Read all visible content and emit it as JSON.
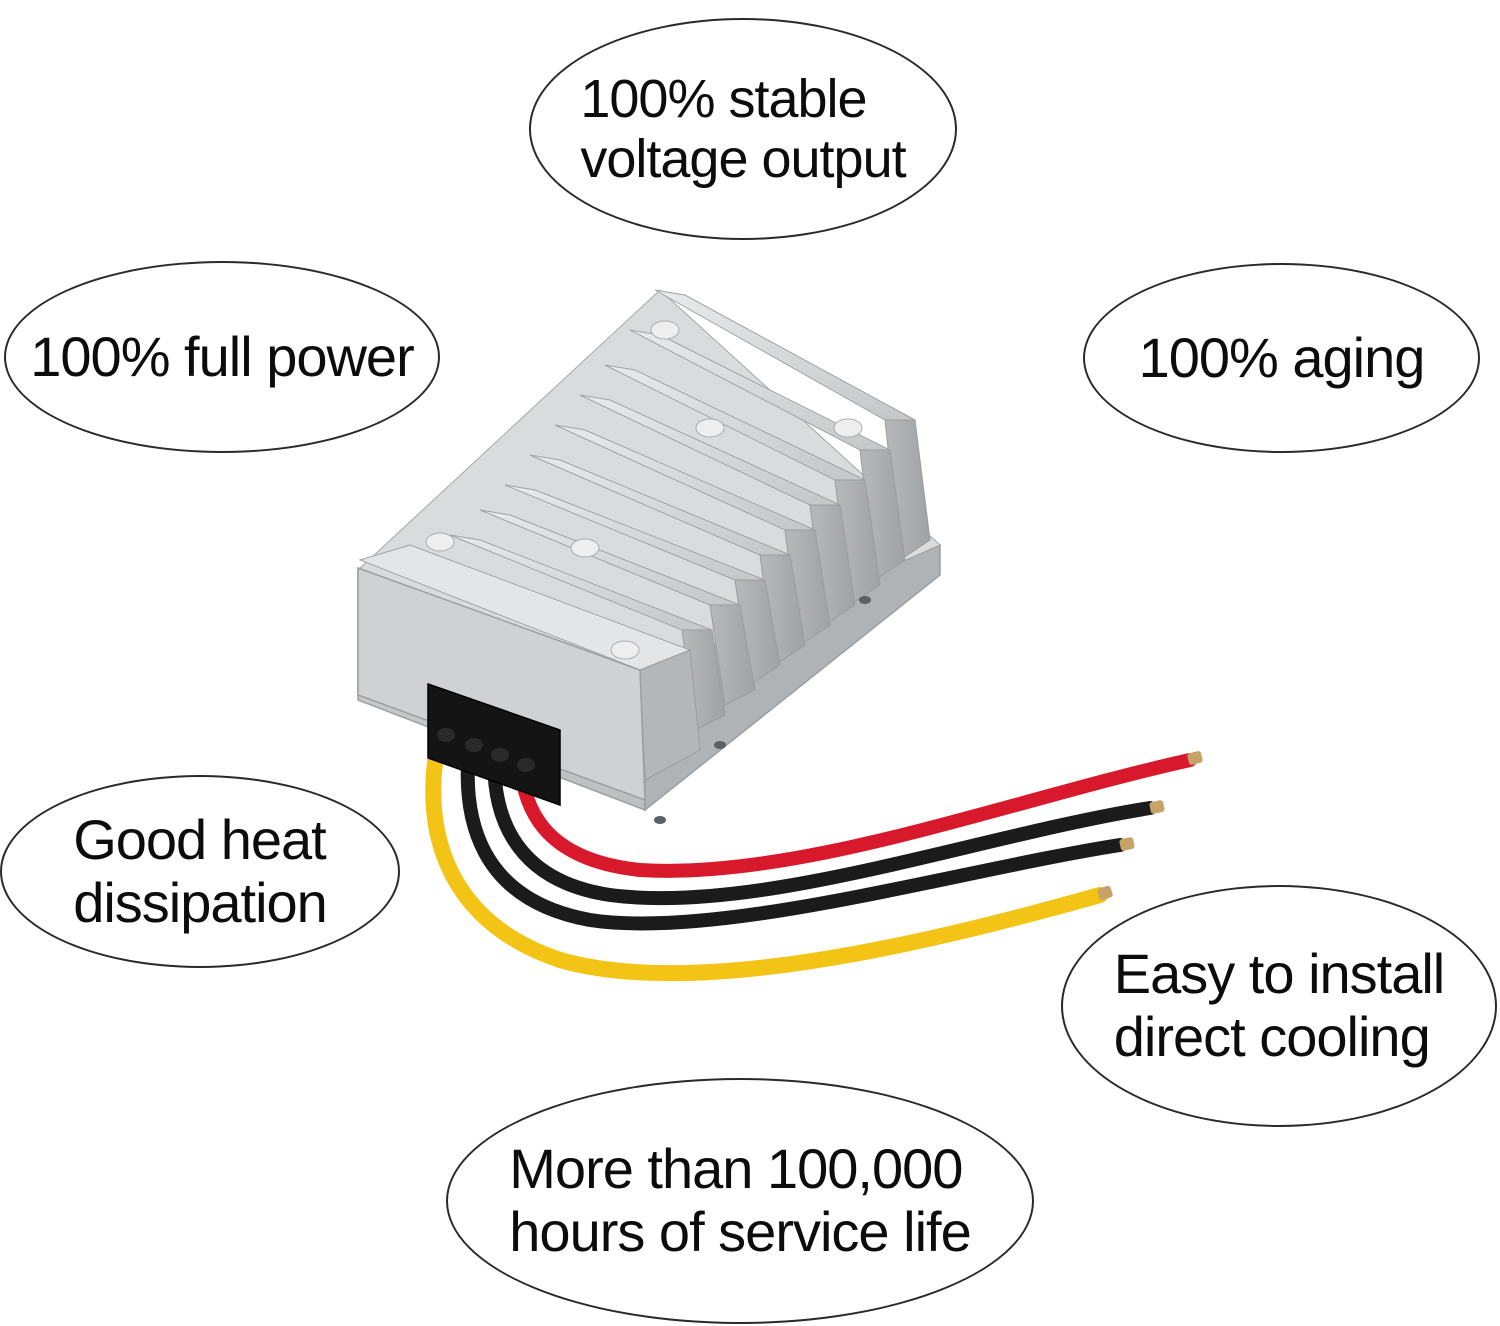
{
  "colors": {
    "background": "#ffffff",
    "bubble_border": "#2a2a2a",
    "text": "#0c0c0c",
    "housing": "#c9cbcd",
    "wire_red": "#d8192b",
    "wire_black": "#1b1b1b",
    "wire_yellow": "#f3c315"
  },
  "features": {
    "stable": [
      "100% stable",
      "voltage output"
    ],
    "power": "100% full power",
    "aging": "100% aging",
    "heat": [
      "Good heat",
      "dissipation"
    ],
    "install": [
      "Easy to install",
      "direct cooling"
    ],
    "life": [
      "More than 100,000",
      "hours of service life"
    ]
  }
}
